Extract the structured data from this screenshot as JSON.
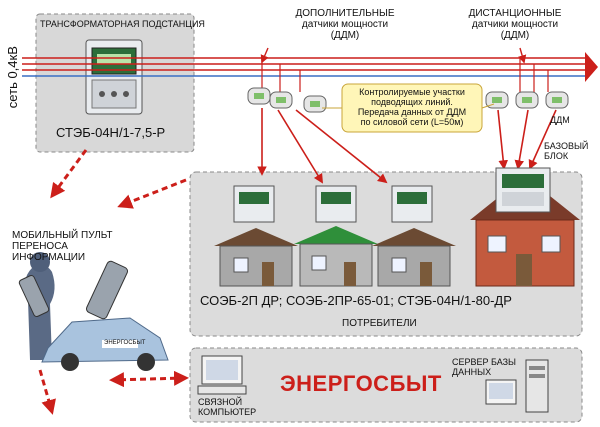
{
  "network": {
    "label": "сеть 0,4кВ"
  },
  "substation": {
    "title": "ТРАНСФОРМАТОРНАЯ ПОДСТАНЦИЯ",
    "meter_model": "СТЭБ-04Н/1-7,5-Р"
  },
  "sensors_extra": {
    "line1": "ДОПОЛНИТЕЛЬНЫЕ",
    "line2": "датчики мощности",
    "line3": "(ДДМ)"
  },
  "sensors_remote": {
    "line1": "ДИСТАНЦИОННЫЕ",
    "line2": "датчики мощности",
    "line3": "(ДДМ)"
  },
  "ddm_label": "ДДМ",
  "callout": {
    "line1": "Контролируемые участки",
    "line2": "подводящих линий.",
    "line3": "Передача данных от ДДМ",
    "line4": "по силовой сети (L=50м)"
  },
  "base_unit": {
    "line1": "БАЗОВЫЙ",
    "line2": "БЛОК"
  },
  "consumers": {
    "models": "СОЭБ-2П ДР; СОЭБ-2ПР-65-01; СТЭБ-04Н/1-80-ДР",
    "title": "ПОТРЕБИТЕЛИ"
  },
  "mobile": {
    "line1": "МОБИЛЬНЫЙ ПУЛЬТ",
    "line2": "ПЕРЕНОСА",
    "line3": "ИНФОРМАЦИИ"
  },
  "car_brand": "ЭНЕРГОСБЫТ",
  "comm_pc": {
    "line1": "СВЯЗНОЙ",
    "line2": "КОМПЬЮТЕР"
  },
  "company": "ЭНЕРГОСБЫТ",
  "server": {
    "line1": "СЕРВЕР БАЗЫ",
    "line2": "ДАННЫХ"
  },
  "colors": {
    "arrow": "#cc1f1a",
    "line_blue": "#3a6fc4",
    "house_green": "#2f8f3a",
    "roof_brown": "#6b4a33",
    "brick": "#c35a3e",
    "panel": "#d9d9d9",
    "callout_fill": "#fff6b8"
  }
}
